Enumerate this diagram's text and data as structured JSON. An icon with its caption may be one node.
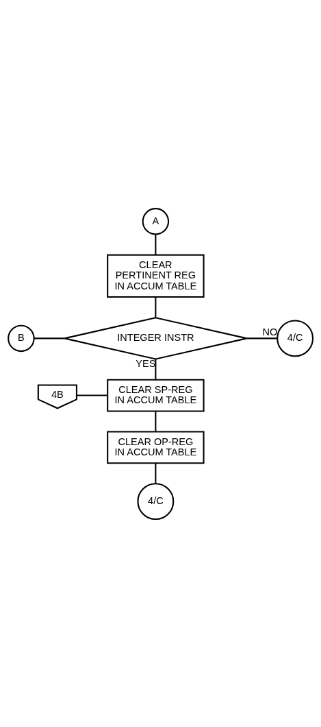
{
  "diagram": {
    "nodes": [
      {
        "text": [
          "A"
        ]
      },
      {
        "text": [
          "CLEAR PERTINENT REG IN ACCUM TABLE"
        ]
      },
      {
        "text": [
          "B"
        ]
      },
      {
        "text": [
          "INTEGER INSTR"
        ]
      },
      {
        "text": [
          "4/C"
        ]
      },
      {
        "text": [
          "4B"
        ]
      },
      {
        "text": [
          "CLEAR SP-REG IN ACCUM TABLE"
        ]
      },
      {
        "text": [
          "CLEAR OP-REG IN ACCUM TABLE"
        ]
      },
      {
        "text": [
          "4/C"
        ]
      }
    ],
    "edges": [
      {
        "from": 0,
        "to": 1,
        "arrow": "none"
      },
      {
        "from": 1,
        "to": 3,
        "arrow": "none"
      },
      {
        "from": 2,
        "to": 3,
        "arrow": "none"
      },
      {
        "from": 3,
        "to": 4,
        "arrow": "none",
        "label": "NO"
      },
      {
        "from": 3,
        "to": 6,
        "arrow": "none",
        "label": "YES"
      },
      {
        "from": 5,
        "to": 6,
        "arrow": "none"
      },
      {
        "from": 6,
        "to": 7,
        "arrow": "none"
      },
      {
        "from": 7,
        "to": 8,
        "arrow": "none"
      }
    ]
  }
}
